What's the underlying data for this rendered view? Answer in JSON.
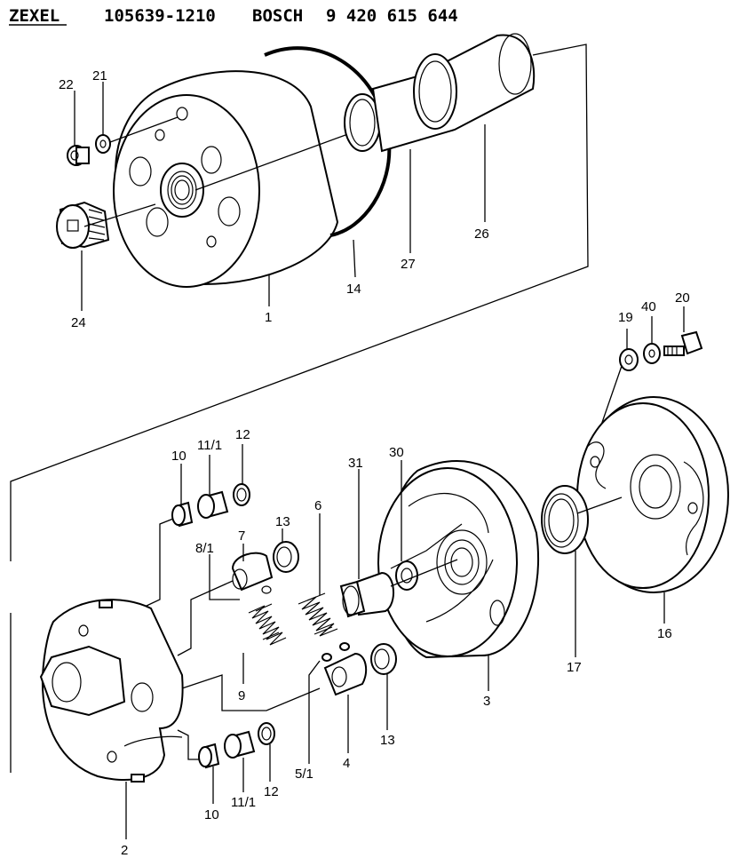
{
  "header": {
    "brand": "ZEXEL",
    "zexel_number": "105639-1210",
    "maker": "BOSCH",
    "bosch_number": "9 420 615 644"
  },
  "callouts": {
    "p22": "22",
    "p21": "21",
    "p24": "24",
    "p1": "1",
    "p14": "14",
    "p27": "27",
    "p26": "26",
    "p19": "19",
    "p40": "40",
    "p20": "20",
    "p10a": "10",
    "p11a": "11/1",
    "p12a": "12",
    "p7": "7",
    "p8": "8/1",
    "p13a": "13",
    "p6": "6",
    "p31": "31",
    "p30": "30",
    "p9": "9",
    "p3": "3",
    "p17": "17",
    "p16": "16",
    "p5": "5/1",
    "p4": "4",
    "p13b": "13",
    "p10b": "10",
    "p11b": "11/1",
    "p12b": "12",
    "p2": "2"
  }
}
